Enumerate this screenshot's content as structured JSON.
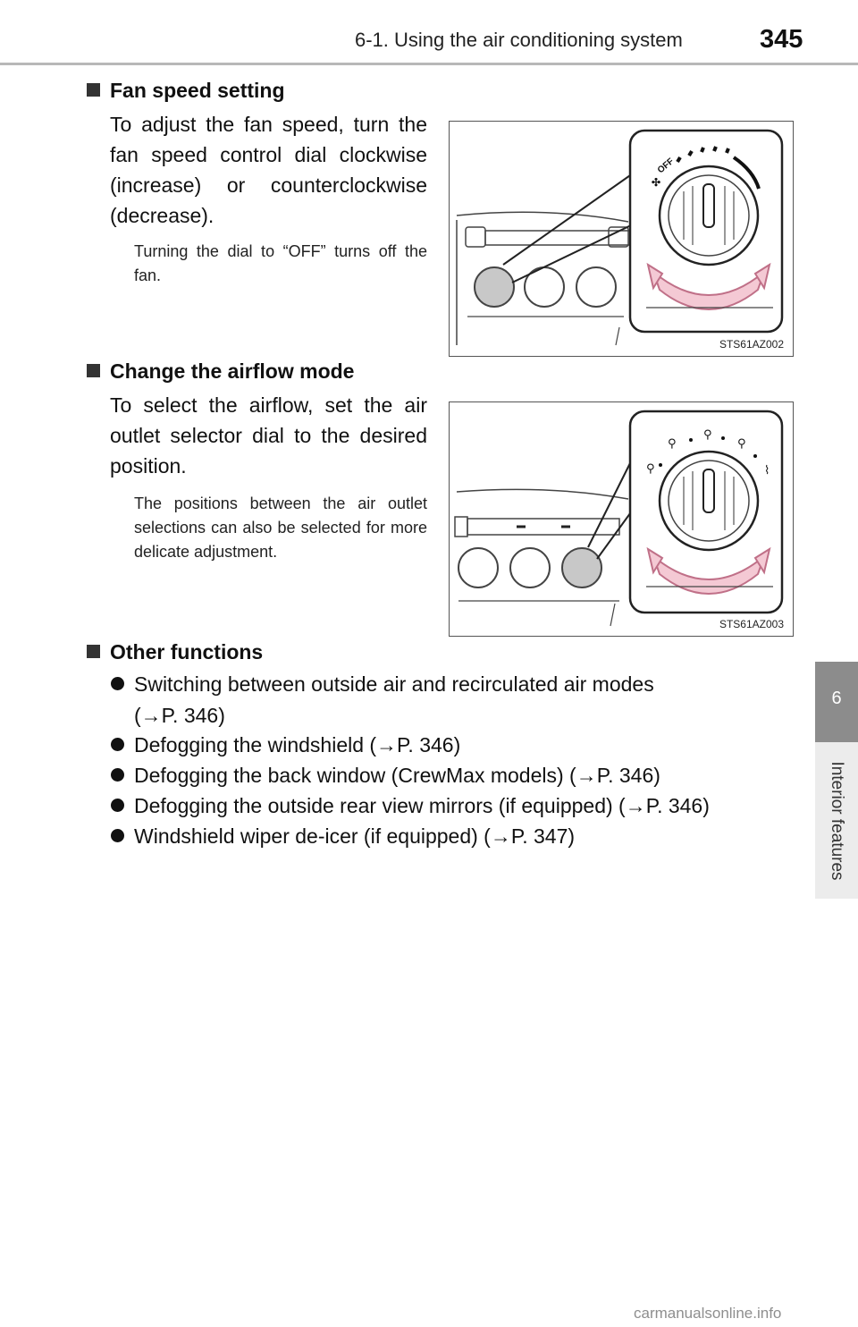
{
  "header": {
    "section": "6-1. Using the air conditioning system",
    "page_number": "345"
  },
  "side_tab": {
    "chapter_number": "6",
    "chapter_title": "Interior features"
  },
  "fan_speed": {
    "title": "Fan speed setting",
    "body": "To adjust the fan speed, turn the fan speed control dial clockwise (increase) or counterclockwise (decrease).",
    "note": "Turning the dial to “OFF” turns off the fan.",
    "figure_code": "STS61AZ002",
    "dial_label": "OFF"
  },
  "airflow": {
    "title": "Change the airflow mode",
    "body": "To select the airflow, set the air outlet selector dial to the desired position.",
    "note": "The positions between the air outlet selections can also be selected for more delicate adjustment.",
    "figure_code": "STS61AZ003"
  },
  "other": {
    "title": "Other functions",
    "items": [
      "Switching between outside air and recirculated air modes",
      "Defogging the windshield (→P. 346)",
      "Defogging the back window (CrewMax models) (→P. 346)",
      "Defogging the outside rear view mirrors (if equipped) (→P. 346)",
      "Windshield wiper de-icer (if equipped) (→P. 347)"
    ],
    "item1_ref": "(→P. 346)"
  },
  "watermark": "carmanualsonline.info"
}
